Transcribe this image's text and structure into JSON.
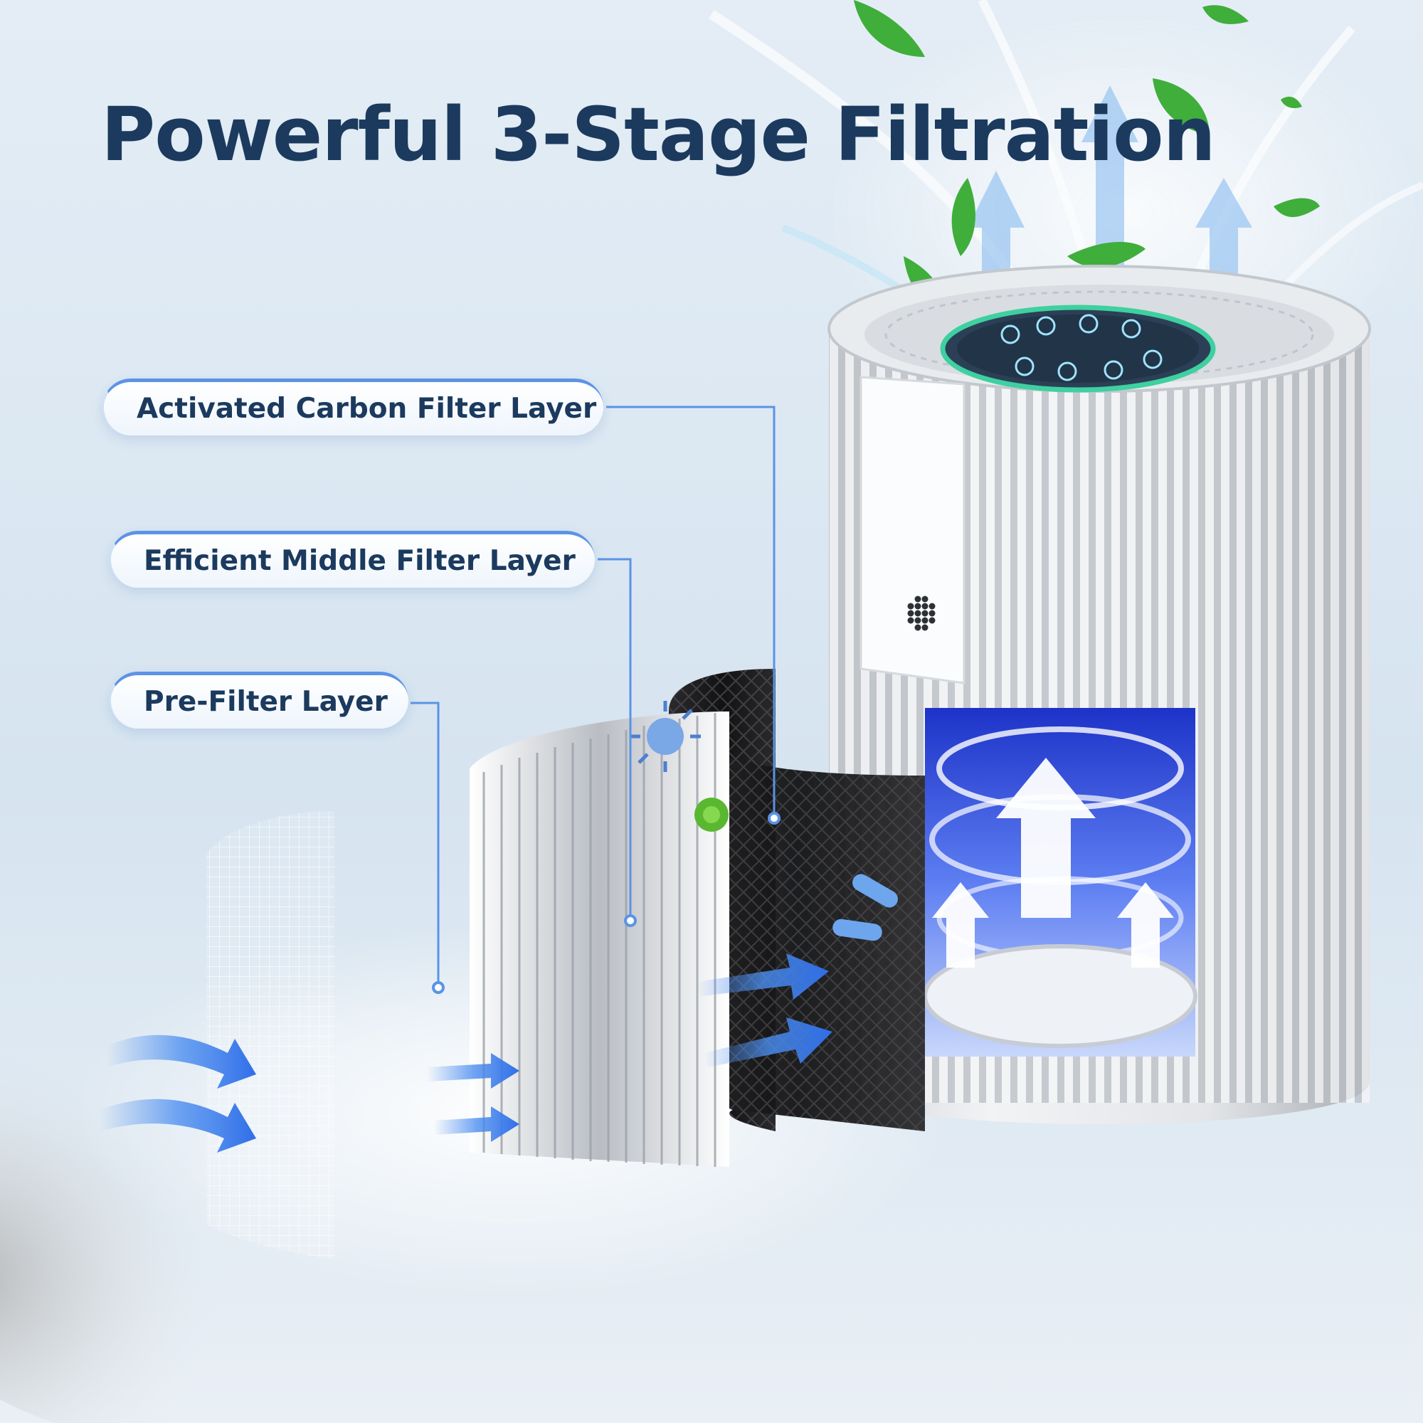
{
  "headline": "Powerful 3-Stage Filtration",
  "layers": [
    {
      "label": "Activated Carbon Filter Layer"
    },
    {
      "label": "Efficient Middle Filter Layer"
    },
    {
      "label": "Pre-Filter Layer"
    }
  ],
  "colors": {
    "headline": "#1b3a5e",
    "accent": "#5b93e6",
    "airflow": "#4d8ff0",
    "leaf": "#3fae3a"
  },
  "icons": [
    "virus-icon",
    "germ-icon",
    "leaf-icon",
    "airflow-arrow-icon",
    "speaker-icon"
  ]
}
